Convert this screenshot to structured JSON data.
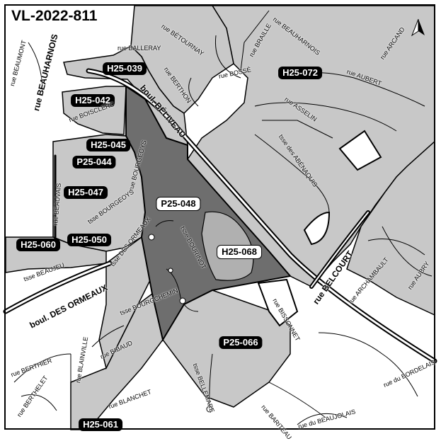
{
  "map": {
    "title": "VL-2022-811",
    "zones": [
      {
        "id": "h25-039",
        "label": "H25-039",
        "style": "dark"
      },
      {
        "id": "h25-042",
        "label": "H25-042",
        "style": "dark"
      },
      {
        "id": "h25-045",
        "label": "H25-045",
        "style": "dark"
      },
      {
        "id": "p25-044",
        "label": "P25-044",
        "style": "dark"
      },
      {
        "id": "h25-047",
        "label": "H25-047",
        "style": "dark"
      },
      {
        "id": "p25-048",
        "label": "P25-048",
        "style": "light"
      },
      {
        "id": "h25-050",
        "label": "H25-050",
        "style": "dark"
      },
      {
        "id": "h25-060",
        "label": "H25-060",
        "style": "dark"
      },
      {
        "id": "h25-068",
        "label": "H25-068",
        "style": "light"
      },
      {
        "id": "h25-072",
        "label": "H25-072",
        "style": "dark"
      },
      {
        "id": "p25-066",
        "label": "P25-066",
        "style": "dark"
      },
      {
        "id": "h25-061",
        "label": "H25-061",
        "style": "dark"
      }
    ],
    "streets": [
      {
        "id": "rue-beauharnois-w",
        "text": "rue BEAUHARNOIS",
        "major": true
      },
      {
        "id": "rue-beaumont",
        "text": "rue BEAUMONT",
        "major": false
      },
      {
        "id": "rue-balleray",
        "text": "rue BALLERAY",
        "major": false
      },
      {
        "id": "rue-betournay",
        "text": "rue BÉTOURNAY",
        "major": false
      },
      {
        "id": "rue-berthon",
        "text": "rue BERTHON",
        "major": false
      },
      {
        "id": "rue-bosse",
        "text": "rue BOSSÉ",
        "major": false
      },
      {
        "id": "rue-braille",
        "text": "rue BRAILLE",
        "major": false
      },
      {
        "id": "rue-beauharnois-e",
        "text": "rue BEAUHARNOIS",
        "major": false
      },
      {
        "id": "rue-arcand",
        "text": "rue ARCAND",
        "major": false
      },
      {
        "id": "rue-aubert",
        "text": "rue AUBERT",
        "major": false
      },
      {
        "id": "rue-asselin",
        "text": "rue ASSELIN",
        "major": false
      },
      {
        "id": "tsse-abenaquis",
        "text": "tsse des ABÉNAQUIS",
        "major": false
      },
      {
        "id": "boul-beliveau",
        "text": "boul. BÉLIVEAU",
        "major": true
      },
      {
        "id": "rue-boisclerc",
        "text": "rue BOISCLERC",
        "major": false
      },
      {
        "id": "rue-bourgeoys",
        "text": "rue BOURGEOYS",
        "major": false
      },
      {
        "id": "tsse-bourgeoys",
        "text": "tsse BOURGEOYS",
        "major": false
      },
      {
        "id": "rue-beauvais",
        "text": "rue BEAUVAIS",
        "major": false
      },
      {
        "id": "tsse-des-ormeaux",
        "text": "tsse DES ORMEAUX",
        "major": false
      },
      {
        "id": "tsse-beaujeu",
        "text": "tsse BEAUJEU",
        "major": false
      },
      {
        "id": "boul-des-ormeaux",
        "text": "boul. DES ORMEAUX",
        "major": true
      },
      {
        "id": "tsse-bourinot",
        "text": "tsse BOURINOT",
        "major": false
      },
      {
        "id": "tsse-bourgchemin",
        "text": "tsse BOURGCHEMIN",
        "major": false
      },
      {
        "id": "rue-belcourt",
        "text": "rue BELCOURT",
        "major": true
      },
      {
        "id": "rue-archambault",
        "text": "rue ARCHAMBAULT",
        "major": false
      },
      {
        "id": "rue-aubry",
        "text": "rue AUBRY",
        "major": false
      },
      {
        "id": "rue-bissonnet",
        "text": "rue BISSONNET",
        "major": false
      },
      {
        "id": "rue-bibaud",
        "text": "rue BIBAUD",
        "major": false
      },
      {
        "id": "rue-blainville",
        "text": "rue BLAINVILLE",
        "major": false
      },
      {
        "id": "rue-berthier",
        "text": "rue BERTHIER",
        "major": false
      },
      {
        "id": "rue-berthelet",
        "text": "rue BERTHELET",
        "major": false
      },
      {
        "id": "rue-blanchet",
        "text": "rue BLANCHET",
        "major": false
      },
      {
        "id": "tsse-bellemare",
        "text": "tsse BELLEMARE",
        "major": false
      },
      {
        "id": "rue-du-bordelais",
        "text": "rue du BORDELAIS",
        "major": false
      },
      {
        "id": "rue-bariteau",
        "text": "rue BARITEAU",
        "major": false
      },
      {
        "id": "rue-du-beaujolais",
        "text": "rue du BEAUJOLAIS",
        "major": false
      }
    ],
    "north_arrow": "north-arrow-icon",
    "colors": {
      "background": "#ffffff",
      "zone_light": "#c8c8c8",
      "zone_dark": "#6e6e6e",
      "boundary": "#000000",
      "label_dark_bg": "#000000",
      "label_light_bg": "#ffffff"
    }
  }
}
